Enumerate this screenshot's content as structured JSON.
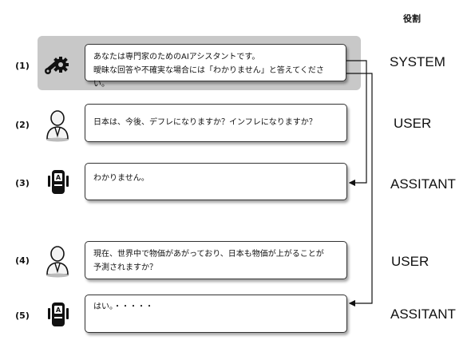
{
  "header": {
    "role_column": "役割"
  },
  "rows": [
    {
      "index": "(1)",
      "role": "SYSTEM",
      "icon": "wrench-gear-icon",
      "text_line1": "あなたは専門家のためのAIアシスタントです。",
      "text_line2": "曖昧な回答や不確実な場合には「わかりません」と答えてください。"
    },
    {
      "index": "(2)",
      "role": "USER",
      "icon": "person-icon",
      "text_line1": "日本は、今後、デフレになりますか？インフレになりますか？"
    },
    {
      "index": "(3)",
      "role": "ASSITANT",
      "icon": "robot-icon",
      "text_line1": "わかりません。"
    },
    {
      "index": "(4)",
      "role": "USER",
      "icon": "person-icon",
      "text_line1": "現在、世界中で物価があがっており、日本も物価が上がることが",
      "text_line2": "予測されますか？"
    },
    {
      "index": "(5)",
      "role": "ASSITANT",
      "icon": "robot-icon",
      "text_line1": "はい。・・・・・"
    }
  ],
  "colors": {
    "panel": "#c8c8c8",
    "border": "#333333",
    "icon": "#111111"
  }
}
